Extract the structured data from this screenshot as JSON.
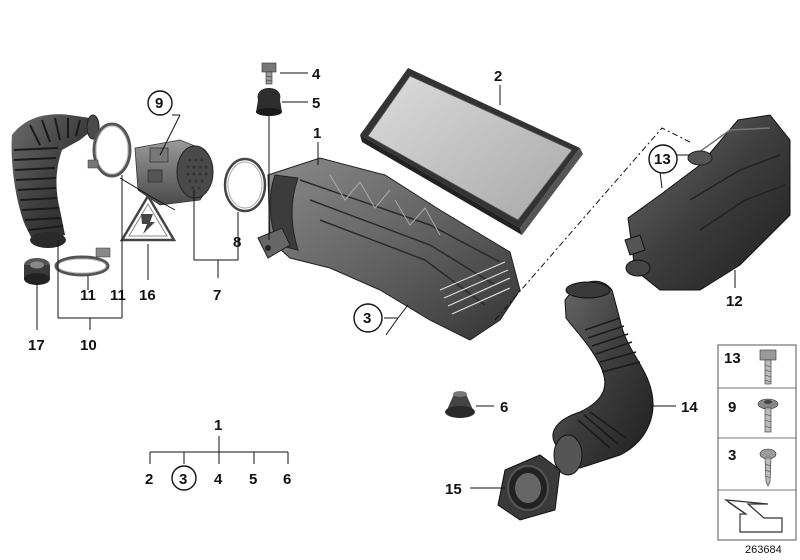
{
  "callouts": {
    "c1": "1",
    "c2": "2",
    "c3": "3",
    "c4": "4",
    "c5": "5",
    "c6": "6",
    "c7": "7",
    "c8": "8",
    "c9": "9",
    "c10": "10",
    "c11a": "11",
    "c11b": "11",
    "c12": "12",
    "c13": "13",
    "c14": "14",
    "c15": "15",
    "c16": "16",
    "c17": "17"
  },
  "tree": {
    "root": "1",
    "children": [
      "2",
      "3",
      "4",
      "5",
      "6"
    ]
  },
  "legend": {
    "items": [
      "13",
      "9",
      "3"
    ]
  },
  "diagram_id": "263684",
  "icons": [
    "hose-17",
    "intake-boot-10",
    "clamp-11",
    "mass-air-sensor-9",
    "esd-warning-16",
    "seal-ring-8",
    "air-filter-housing-1",
    "filter-element-2",
    "bolt-4",
    "grommet-5",
    "rubber-mount-6",
    "resonator-12",
    "intake-duct-14",
    "connector-15"
  ]
}
